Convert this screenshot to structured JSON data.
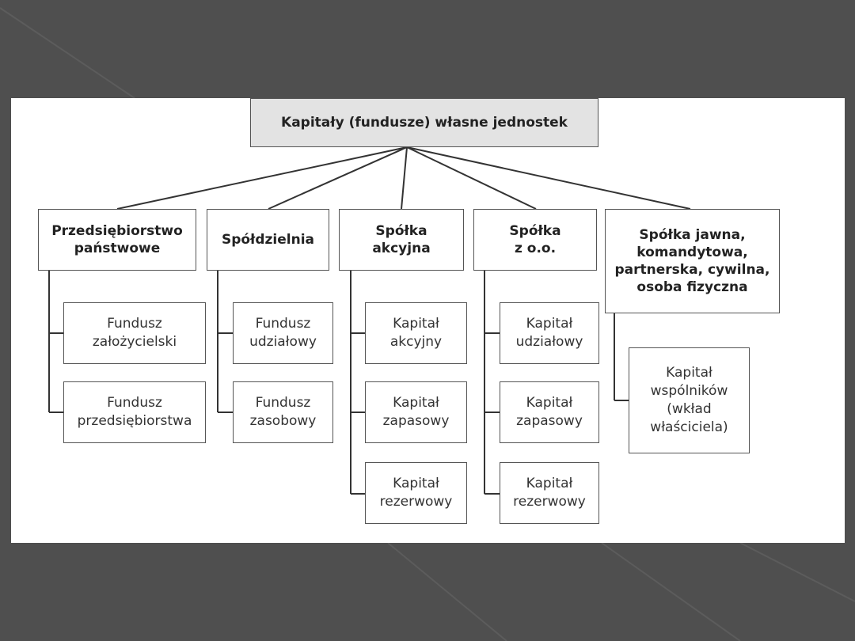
{
  "diagram": {
    "root": "Kapitały (fundusze) własne jednostek",
    "entities": [
      {
        "name": "Przedsiębiorstwo\npaństwowe",
        "items": [
          "Fundusz\nzałożycielski",
          "Fundusz\nprzedsiębiorstwa"
        ]
      },
      {
        "name": "Spółdzielnia",
        "items": [
          "Fundusz\nudziałowy",
          "Fundusz\nzasobowy"
        ]
      },
      {
        "name": "Spółka\nakcyjna",
        "items": [
          "Kapitał\nakcyjny",
          "Kapitał\nzapasowy",
          "Kapitał\nrezerwowy"
        ]
      },
      {
        "name": "Spółka\nz o.o.",
        "items": [
          "Kapitał\nudziałowy",
          "Kapitał\nzapasowy",
          "Kapitał\nrezerwowy"
        ]
      },
      {
        "name": "Spółka jawna,\nkomandytowa,\npartnerska, cywilna,\nosoba fizyczna",
        "items": [
          "Kapitał\nwspólników\n(wkład\nwłaściciela)"
        ]
      }
    ]
  },
  "colors": {
    "background": "#4f4f4f",
    "panel": "#ffffff",
    "root_fill": "#e3e3e3",
    "border": "#555555"
  }
}
